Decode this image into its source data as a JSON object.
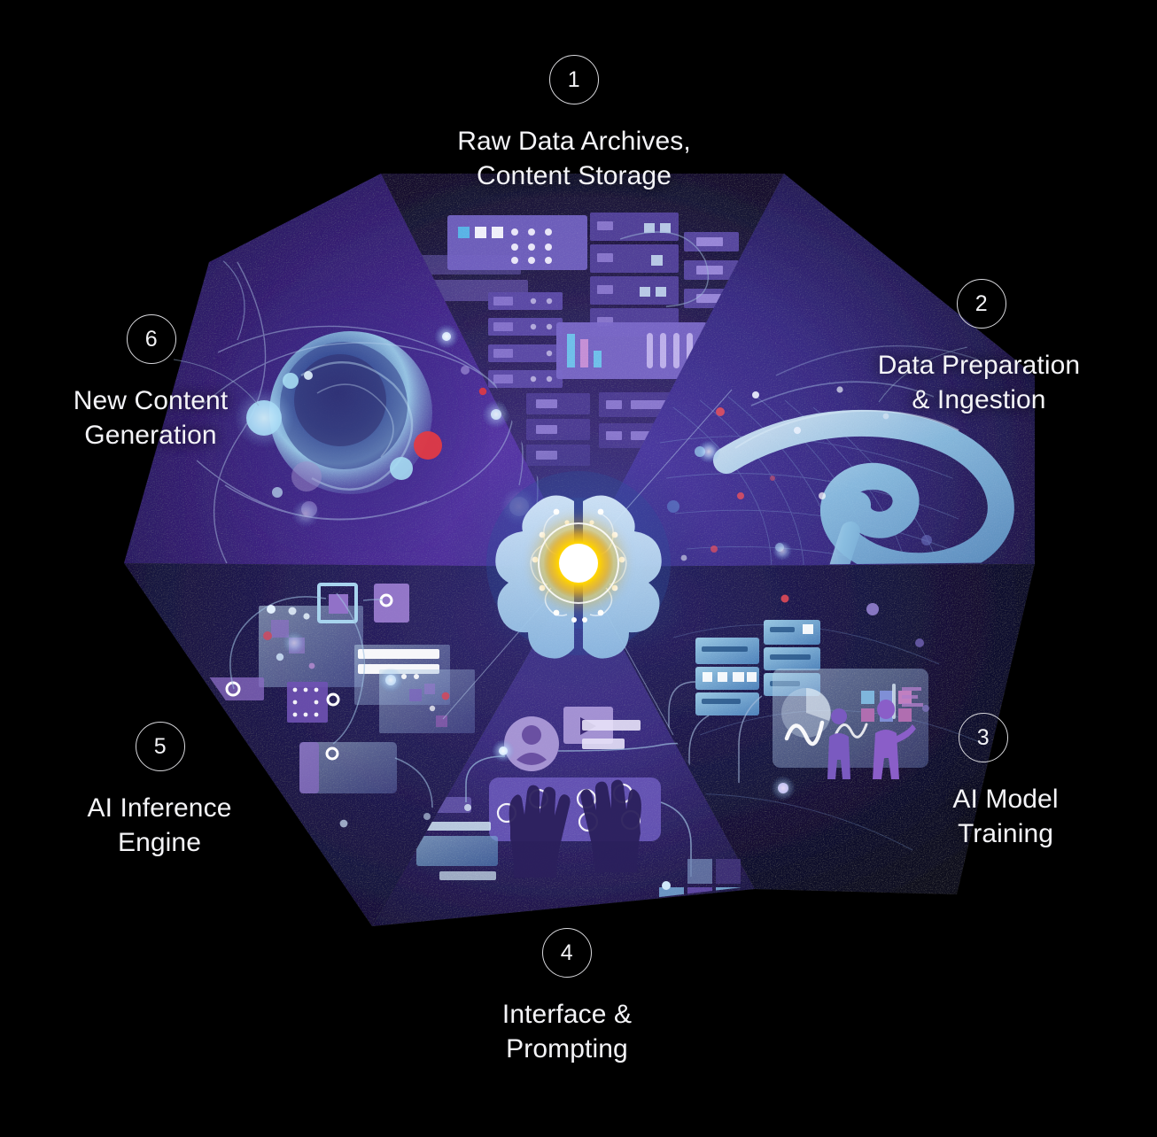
{
  "diagram": {
    "type": "radial-pinwheel-process",
    "segments": 6,
    "background_color": "#000000",
    "center": {
      "name": "ai-brain-core",
      "icon": "brain-icon",
      "core_color": "#ffd400",
      "brain_color": "#bcd9f2",
      "halo_color": "#2b4f8f"
    },
    "steps": [
      {
        "number": "1",
        "label": "Raw Data Archives,\nContent Storage",
        "wedge_color": "#3a2b6e",
        "illustration": "server-racks-and-data-panels"
      },
      {
        "number": "2",
        "label": "Data Preparation\n& Ingestion",
        "wedge_color": "#3c2f86",
        "illustration": "flowing-data-ribbon-over-mesh-grid"
      },
      {
        "number": "3",
        "label": "AI Model\nTraining",
        "wedge_color": "#16143c",
        "illustration": "analysts-at-dashboard-with-charts"
      },
      {
        "number": "4",
        "label": "Interface &\nPrompting",
        "wedge_color": "#3d2f7f",
        "illustration": "hands-typing-on-keyboard-with-media-cards"
      },
      {
        "number": "5",
        "label": "AI Inference\nEngine",
        "wedge_color": "#241c56",
        "illustration": "abstract-chip-and-circuit-panels"
      },
      {
        "number": "6",
        "label": "New Content\nGeneration",
        "wedge_color": "#4a2d92",
        "illustration": "spiral-vortex-sphere-with-orbiting-particles"
      }
    ],
    "accents": {
      "light_blue": "#8fc4e8",
      "red_dot": "#e0323c",
      "white_dot": "#ffffff",
      "violet": "#7a62c8"
    }
  }
}
